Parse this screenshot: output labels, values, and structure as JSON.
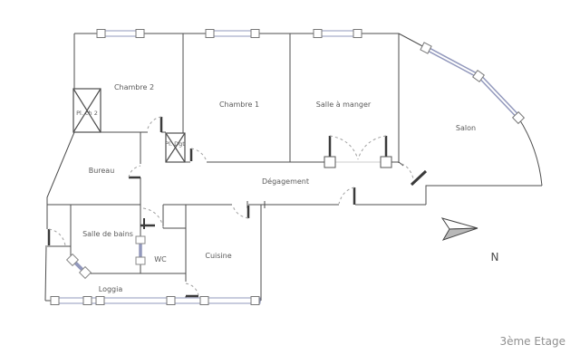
{
  "floor": {
    "title": "3ème Etage"
  },
  "compass": {
    "north_label": "N"
  },
  "rooms": {
    "chambre2": {
      "label": "Chambre 2"
    },
    "chambre1": {
      "label": "Chambre 1"
    },
    "salle_a_manger": {
      "label": "Salle à manger"
    },
    "salon": {
      "label": "Salon"
    },
    "bureau": {
      "label": "Bureau"
    },
    "degagement": {
      "label": "Dégagement"
    },
    "salle_de_bains": {
      "label": "Salle de bains"
    },
    "wc": {
      "label": "WC"
    },
    "cuisine": {
      "label": "Cuisine"
    },
    "loggia": {
      "label": "Loggia"
    },
    "placard_chambre2": {
      "label": "Pl. ch 2"
    },
    "placard_degagement": {
      "label": "Pl. Dgt"
    }
  },
  "colors": {
    "wall": "#4d4d4d",
    "window": "#9298bc",
    "door_leaf": "#3a3a3a",
    "door_arc": "#a0a0a0",
    "label_text": "#5a5a5a",
    "title_text": "#8f8f8f",
    "north_arrow_fill": "#b8b8b8"
  }
}
